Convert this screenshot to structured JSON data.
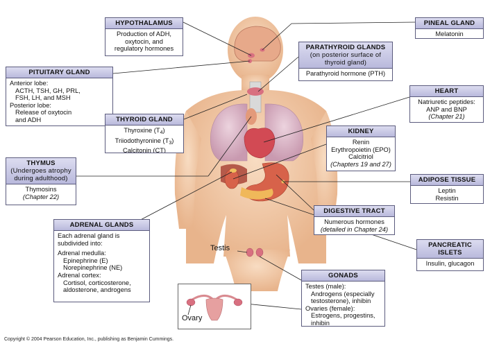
{
  "boxes": {
    "hypothalamus": {
      "title": "HYPOTHALAMUS",
      "lines": [
        "Production of ADH,",
        "oxytocin, and",
        "regulatory hormones"
      ]
    },
    "pineal": {
      "title": "PINEAL GLAND",
      "lines": [
        "Melatonin"
      ]
    },
    "pituitary": {
      "title": "PITUITARY GLAND",
      "lines": [
        "Anterior lobe:",
        "ACTH, TSH, GH, PRL,",
        "FSH, LH, and MSH",
        "Posterior lobe:",
        "Release of oxytocin",
        "and ADH"
      ]
    },
    "parathyroid": {
      "title": "PARATHYROID GLANDS",
      "subtitle": [
        "(on posterior surface of",
        "thyroid gland)"
      ],
      "lines": [
        "Parathyroid hormone (PTH)"
      ]
    },
    "heart": {
      "title": "HEART",
      "lines": [
        "Natriuretic peptides:",
        "ANP and BNP"
      ],
      "note": "(Chapter 21)"
    },
    "thyroid": {
      "title": "THYROID GLAND",
      "line1": "Thyroxine (T",
      "line1_sub": "4",
      "line1_end": ")",
      "line2": "Triiodothyronine (T",
      "line2_sub": "3",
      "line2_end": ")",
      "line3": "Calcitonin (CT)"
    },
    "kidney": {
      "title": "KIDNEY",
      "lines": [
        "Renin",
        "Erythropoietin (EPO)",
        "Calcitriol"
      ],
      "note": "(Chapters 19 and 27)"
    },
    "thymus": {
      "title": "THYMUS",
      "subtitle": [
        "(Undergoes atrophy",
        "during adulthood)"
      ],
      "lines": [
        "Thymosins"
      ],
      "note": "(Chapter 22)"
    },
    "adipose": {
      "title": "ADIPOSE TISSUE",
      "lines": [
        "Leptin",
        "Resistin"
      ]
    },
    "digestive": {
      "title": "DIGESTIVE TRACT",
      "lines": [
        "Numerous hormones"
      ],
      "note": "(detailed in Chapter 24)"
    },
    "adrenal": {
      "title": "ADRENAL GLANDS",
      "lines": [
        "Each adrenal gland is",
        "subdivided into:"
      ],
      "medulla": "Adrenal medulla:",
      "medulla_items": [
        "Epinephrine (E)",
        "Norepinephrine (NE)"
      ],
      "cortex": "Adrenal cortex:",
      "cortex_items": [
        "Cortisol, corticosterone,",
        "aldosterone, androgens"
      ]
    },
    "pancreatic": {
      "title_lines": [
        "PANCREATIC",
        "ISLETS"
      ],
      "lines": [
        "Insulin, glucagon"
      ]
    },
    "gonads": {
      "title": "GONADS",
      "male": "Testes (male):",
      "male_items": [
        "Androgens (especially",
        "testosterone), inhibin"
      ],
      "female": "Ovaries (female):",
      "female_items": [
        "Estrogens, progestins,",
        "inhibin"
      ]
    }
  },
  "labels": {
    "testis": "Testis",
    "ovary": "Ovary"
  },
  "copyright": "Copyright © 2004 Pearson Education, Inc., publishing as Benjamin Cummings.",
  "colors": {
    "skin": "#f2c8a4",
    "lung": "#d9b6c8",
    "heart": "#d24a54",
    "stomach": "#d7624a",
    "gland": "#d87080",
    "header": "#c4c4e2"
  }
}
